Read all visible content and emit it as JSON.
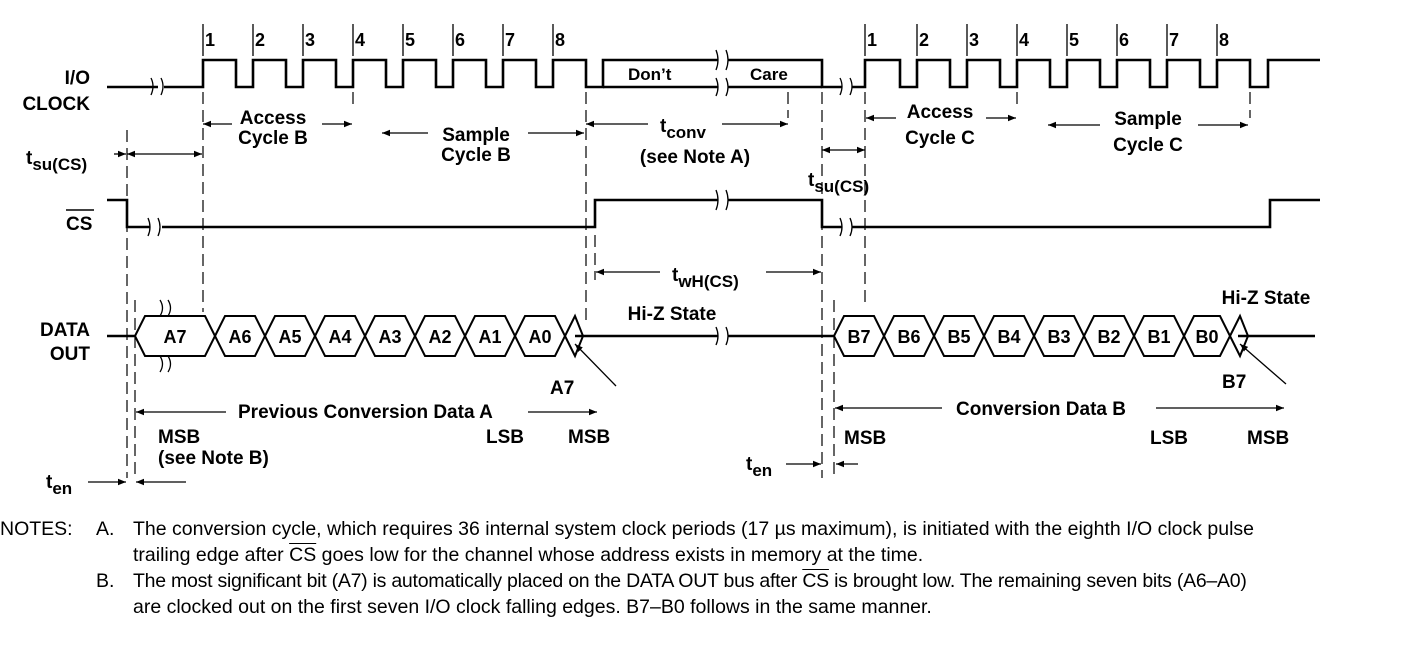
{
  "signals": {
    "io_clock": [
      "I/O",
      "CLOCK"
    ],
    "cs": "CS",
    "data_out": [
      "DATA",
      "OUT"
    ]
  },
  "clock_numbers": [
    "1",
    "2",
    "3",
    "4",
    "5",
    "6",
    "7",
    "8"
  ],
  "dont_care": [
    "Don’t",
    "Care"
  ],
  "access_b": [
    "Access",
    "Cycle B"
  ],
  "sample_b": [
    "Sample",
    "Cycle B"
  ],
  "access_c": [
    "Access",
    "Cycle C"
  ],
  "sample_c": [
    "Sample",
    "Cycle C"
  ],
  "tconv": {
    "t": "t",
    "sub": "conv",
    "note": "(see Note A)"
  },
  "tsu_cs": {
    "t": "t",
    "sub": "su(CS)"
  },
  "twh_cs": {
    "t": "t",
    "sub": "wH(CS)"
  },
  "ten": {
    "t": "t",
    "sub": "en"
  },
  "hiz_state": "Hi-Z State",
  "data_a": [
    "A7",
    "A6",
    "A5",
    "A4",
    "A3",
    "A2",
    "A1",
    "A0"
  ],
  "data_b": [
    "B7",
    "B6",
    "B5",
    "B4",
    "B3",
    "B2",
    "B1",
    "B0"
  ],
  "a7_label": "A7",
  "b7_label": "B7",
  "prev_conv": "Previous Conversion Data A",
  "conv_b": "Conversion Data B",
  "msb": "MSB",
  "lsb": "LSB",
  "see_note_b": "(see Note B)",
  "notes": {
    "heading": "NOTES:",
    "a_letter": "A.",
    "a_line1": "The conversion cycle, which requires 36 internal system clock periods (17 µs maximum), is initiated with the eighth I/O clock pulse",
    "a_line2_1": "trailing edge after",
    "a_line2_cs": "CS",
    "a_line2_2": "goes low for the channel whose address exists in memory at the time.",
    "b_letter": "B.",
    "b_line1_1": "The most significant bit (A7) is automatically placed on the DATA OUT bus after",
    "b_line1_cs": "CS",
    "b_line1_2": "is brought low. The remaining seven bits (A6–A0)",
    "b_line2": "are clocked out on the first seven I/O clock falling edges. B7–B0 follows in the same manner."
  }
}
